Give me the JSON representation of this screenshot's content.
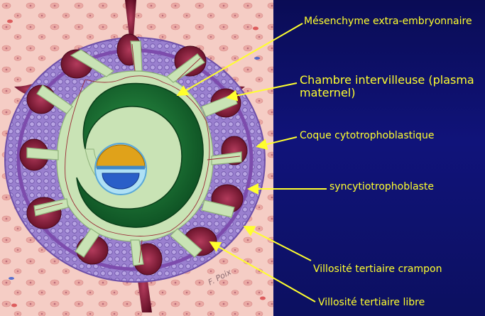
{
  "labels": {
    "mesenchyme": "Mésenchyme extra-embryonnaire",
    "intervillous_chamber": "Chambre intervilleuse (plasma maternel)",
    "cytotrophoblastic_shell": "Coque cytotrophoblastique",
    "syncytiotrophoblast": "syncytiotrophoblaste",
    "anchoring_villus": "Villosité tertiaire crampon",
    "free_villus": "Villosité tertiaire libre"
  },
  "signature": "F. Poix",
  "colors": {
    "background": "#10137a",
    "label_text": "#ffff2e",
    "leader_line": "#ffff2e",
    "maternal_tissue": "#f4c7c0",
    "cytotrophoblast": "#9b7fd0",
    "syncytiotrophoblast": "#8b5bb8",
    "intervillous_blood": "#7a1230",
    "mesenchyme": "#c9e3b5",
    "chorionic_cavity": "#1f7a3a",
    "yolk_sac": "#e0a21a",
    "amniotic_cavity": "#2a5fc8"
  }
}
